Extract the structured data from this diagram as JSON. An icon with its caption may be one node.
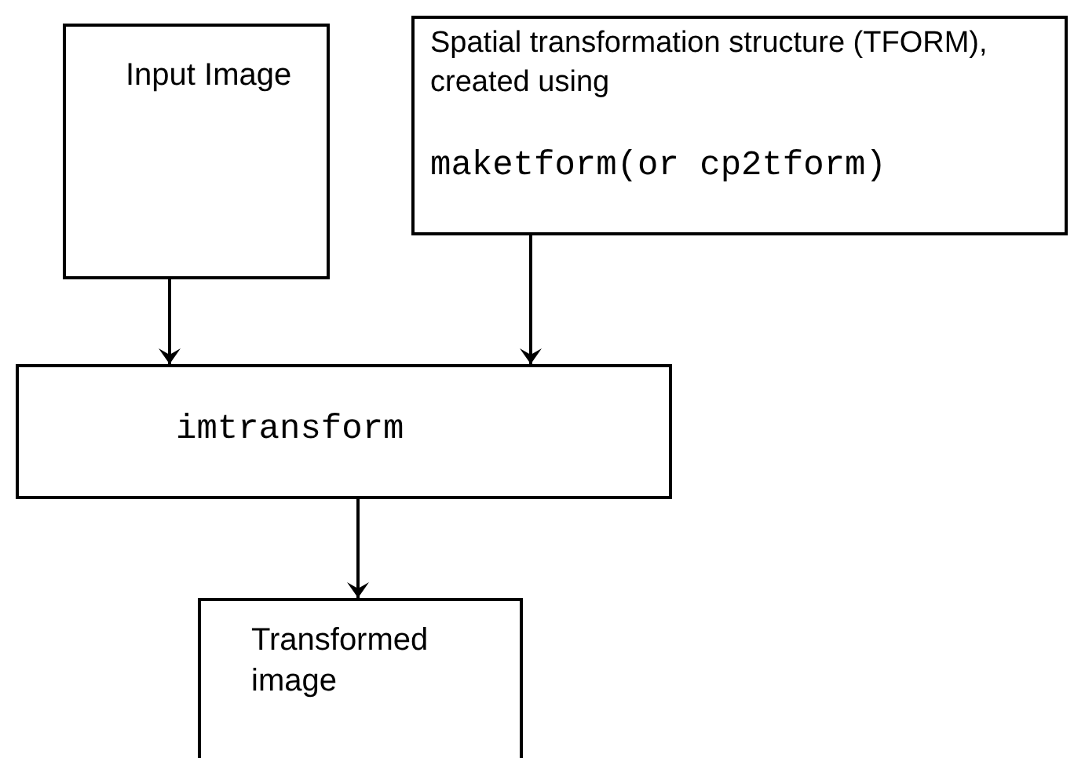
{
  "diagram": {
    "nodes": [
      {
        "text": [
          "Input Image"
        ]
      },
      {
        "text": [
          "Spatial transformation structure (TFORM), created using",
          "maketform(or cp2tform)"
        ]
      },
      {
        "text": [
          "imtransform"
        ]
      },
      {
        "text": [
          "Transformed image"
        ]
      }
    ],
    "edges": [
      {
        "from": 0,
        "to": 2,
        "arrow": "to"
      },
      {
        "from": 1,
        "to": 2,
        "arrow": "to"
      },
      {
        "from": 2,
        "to": 3,
        "arrow": "to"
      }
    ]
  }
}
